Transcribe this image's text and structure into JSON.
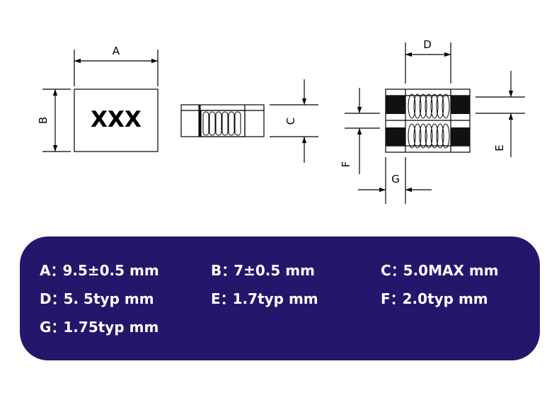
{
  "component": {
    "marking": "XXX",
    "dimension_labels": [
      "A",
      "B",
      "C",
      "D",
      "E",
      "F",
      "G"
    ]
  },
  "specs": [
    {
      "key": "A",
      "sep": "：",
      "value": "9.5±0.5 mm"
    },
    {
      "key": "B",
      "sep": "：",
      "value": "7±0.5 mm"
    },
    {
      "key": "C",
      "sep": "：",
      "value": "5.0MAX mm"
    },
    {
      "key": "D",
      "sep": "：",
      "value": "5. 5typ mm"
    },
    {
      "key": "E",
      "sep": "：",
      "value": "1.7typ mm"
    },
    {
      "key": "F",
      "sep": "：",
      "value": "2.0typ mm"
    },
    {
      "key": "G",
      "sep": "：",
      "value": "1.75typ mm"
    }
  ],
  "colors": {
    "panel_background": "#24166a",
    "panel_text": "#ffffff",
    "drawing_lines": "#000000",
    "terminal_fill": "#111111"
  }
}
